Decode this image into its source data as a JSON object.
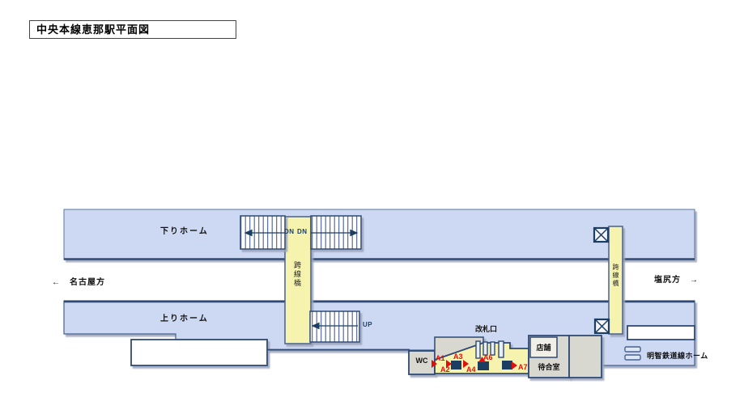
{
  "title": "中央本線恵那駅平面図",
  "platforms": {
    "down_label": "下りホーム",
    "up_label": "上りホーム",
    "akechi_label": "明智鉄道線ホーム"
  },
  "directions": {
    "west": "←　名古屋方",
    "east": "塩尻方　→"
  },
  "footbridges": {
    "west_label": "跨線橋",
    "east_label": "跨線橋",
    "stair_down_left": "DN",
    "stair_down_right": "DN",
    "stair_up": "UP"
  },
  "facilities": {
    "toilet": "WC",
    "ticket_gate": "改札口",
    "shop": "店舗",
    "waiting_room": "待合室"
  },
  "markers": {
    "a1": "A1",
    "a2": "A2",
    "a3": "A3",
    "a4": "A4",
    "a6": "A6",
    "a7": "A7"
  },
  "icons": {
    "elevator_upper": "crossed-box-icon",
    "elevator_lower": "crossed-box-icon",
    "akechi_platform": "double-bar-icon"
  },
  "colors": {
    "platform_fill": "#cdd8f2",
    "bridge_fill": "#f6f3ae",
    "outline": "#2e4a75",
    "building_fill": "#d8d8d0",
    "marker_red": "#e01010",
    "pillar_navy": "#1d3e63"
  }
}
